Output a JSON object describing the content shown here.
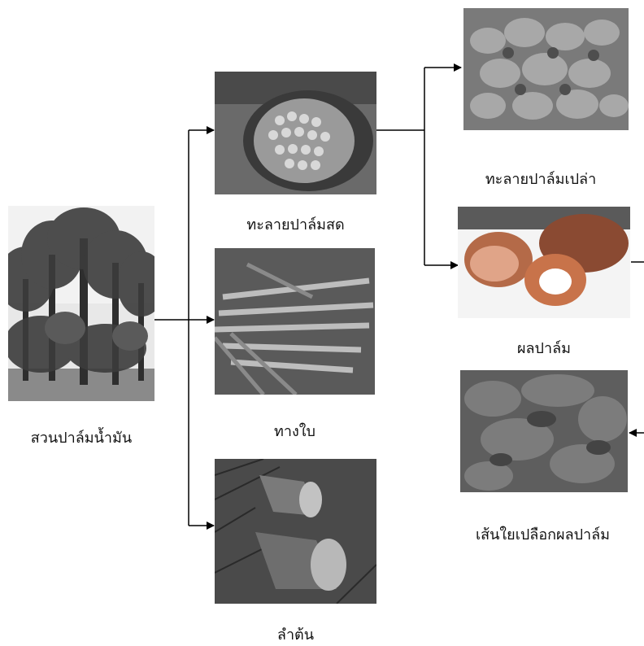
{
  "nodes": {
    "plantation": {
      "label": "สวนปาล์มน้ำมัน",
      "icon": "palm-plantation-photo"
    },
    "fresh_bunch": {
      "label": "ทะลายปาล์มสด",
      "icon": "fresh-fruit-bunch-photo"
    },
    "frond": {
      "label": "ทางใบ",
      "icon": "palm-frond-photo"
    },
    "trunk": {
      "label": "ลำต้น",
      "icon": "palm-trunk-photo"
    },
    "empty_bunch": {
      "label": "ทะลายปาล์มเปล่า",
      "icon": "empty-fruit-bunch-photo"
    },
    "fruit": {
      "label": "ผลปาล์ม",
      "icon": "palm-fruit-photo"
    },
    "mesocarp_fiber": {
      "label": "เส้นใยเปลือกผลปาล์ม",
      "icon": "mesocarp-fiber-photo"
    }
  },
  "colors": {
    "line": "#000000",
    "photo_dark": "#3a3a3a",
    "photo_mid": "#8a8a8a",
    "photo_light": "#cfcfcf",
    "fruit_orange": "#c8734a"
  }
}
